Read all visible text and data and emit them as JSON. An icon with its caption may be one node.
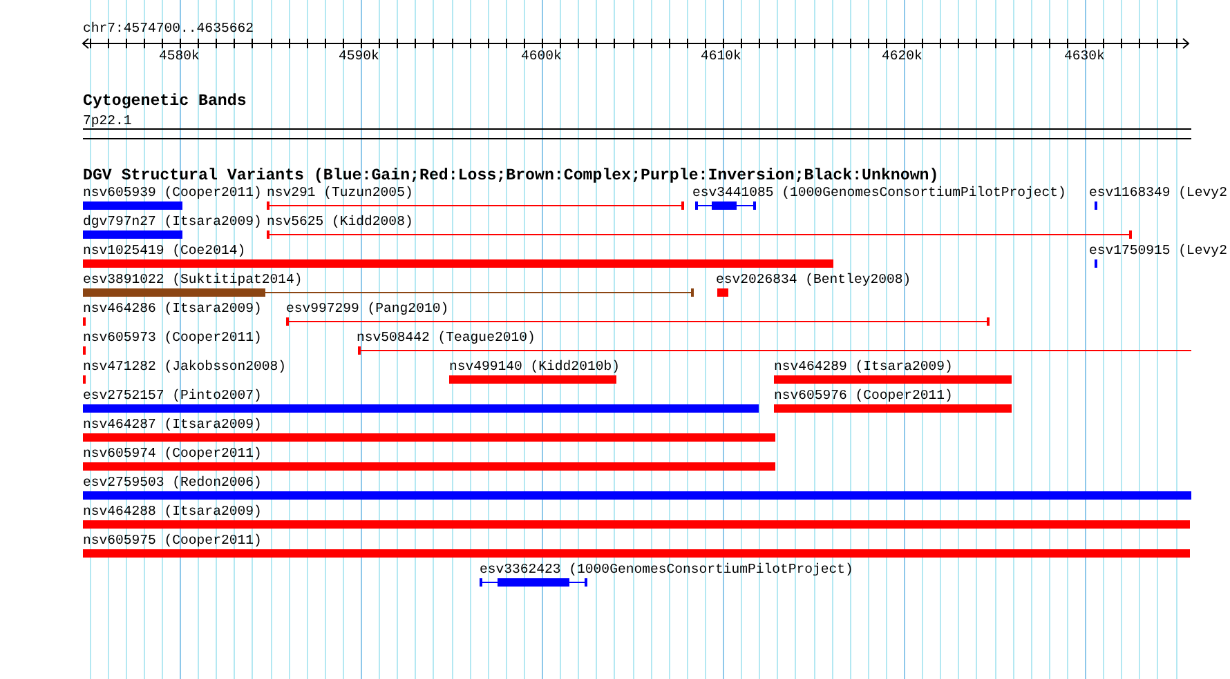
{
  "diagram": {
    "labels": [
      "chr7:4574700..4635662",
      "4580k",
      "4590k",
      "4600k",
      "4610k",
      "4620k",
      "4630k",
      "Cytogenetic Bands",
      "7p22.1",
      "DGV Structural Variants (Blue:Gain;Red:Loss;Brown:Complex;Purple:Inversion;Black:Unknown)",
      "nsv605939 (Cooper2011)",
      "nsv291 (Tuzun2005)",
      "esv3441085 (1000GenomesConsortiumPilotProject)",
      "esv1168349 (Levy2",
      "dgv797n27 (Itsara2009)",
      "nsv5625 (Kidd2008)",
      "nsv1025419 (Coe2014)",
      "esv1750915 (Levy2",
      "esv3891022 (Suktitipat2014)",
      "esv2026834 (Bentley2008)",
      "nsv464286 (Itsara2009)",
      "esv997299 (Pang2010)",
      "nsv605973 (Cooper2011)",
      "nsv508442 (Teague2010)",
      "nsv471282 (Jakobsson2008)",
      "nsv499140 (Kidd2010b)",
      "nsv464289 (Itsara2009)",
      "esv2752157 (Pinto2007)",
      "nsv605976 (Cooper2011)",
      "nsv464287 (Itsara2009)",
      "nsv605974 (Cooper2011)",
      "esv2759503 (Redon2006)",
      "nsv464288 (Itsara2009)",
      "nsv605975 (Cooper2011)",
      "esv3362423 (1000GenomesConsortiumPilotProject)"
    ]
  }
}
